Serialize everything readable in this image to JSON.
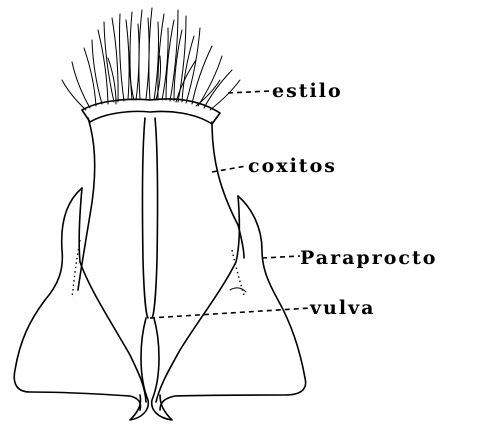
{
  "labels": {
    "estilo": "estilo",
    "coxitos": "coxitos",
    "paraprocto": "Paraprocto",
    "vulva": "vulva"
  },
  "colors": {
    "ink": "#000000",
    "background": "#ffffff"
  }
}
